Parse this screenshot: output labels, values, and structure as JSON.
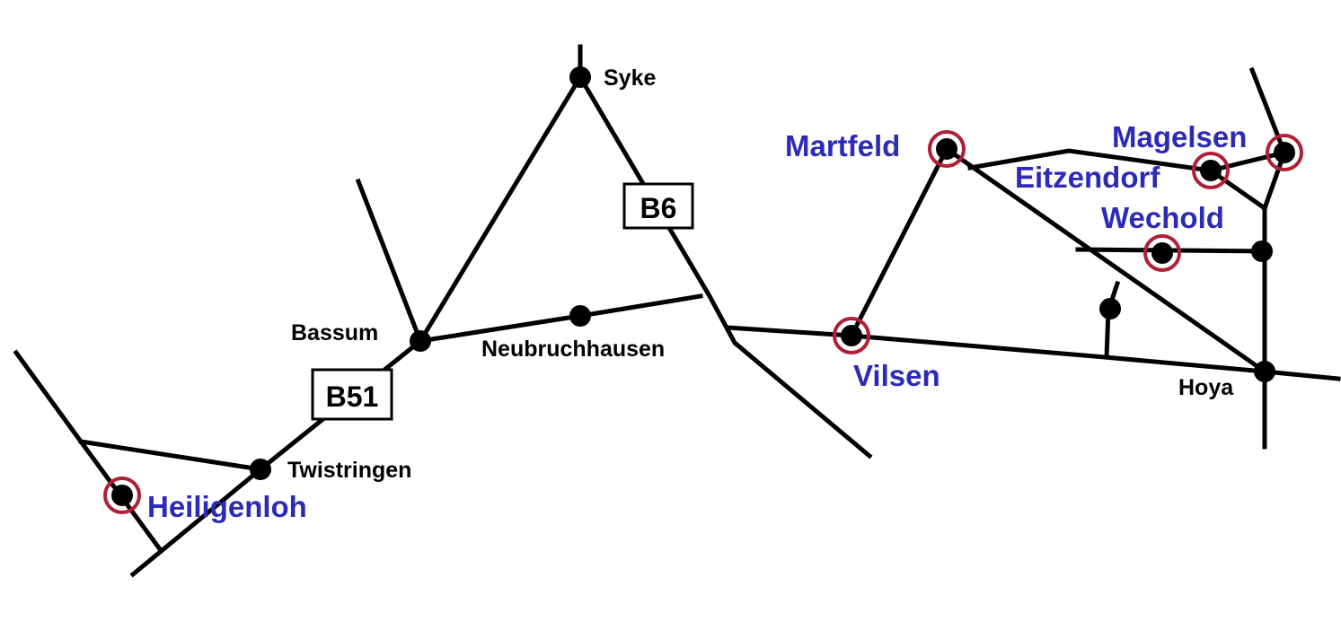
{
  "colors": {
    "highlight_text": "#2b2bb8",
    "highlight_ring": "#b02035",
    "road": "#000000",
    "background": "#ffffff"
  },
  "roads": {
    "b6": "B6",
    "b51": "B51"
  },
  "towns": {
    "syke": "Syke",
    "bassum": "Bassum",
    "neubruchhausen": "Neubruchhausen",
    "twistringen": "Twistringen",
    "hoya": "Hoya"
  },
  "highlighted_towns": {
    "heiligenloh": "Heiligenloh",
    "martfeld": "Martfeld",
    "vilsen": "Vilsen",
    "magelsen": "Magelsen",
    "eitzendorf": "Eitzendorf",
    "wechold": "Wechold"
  }
}
